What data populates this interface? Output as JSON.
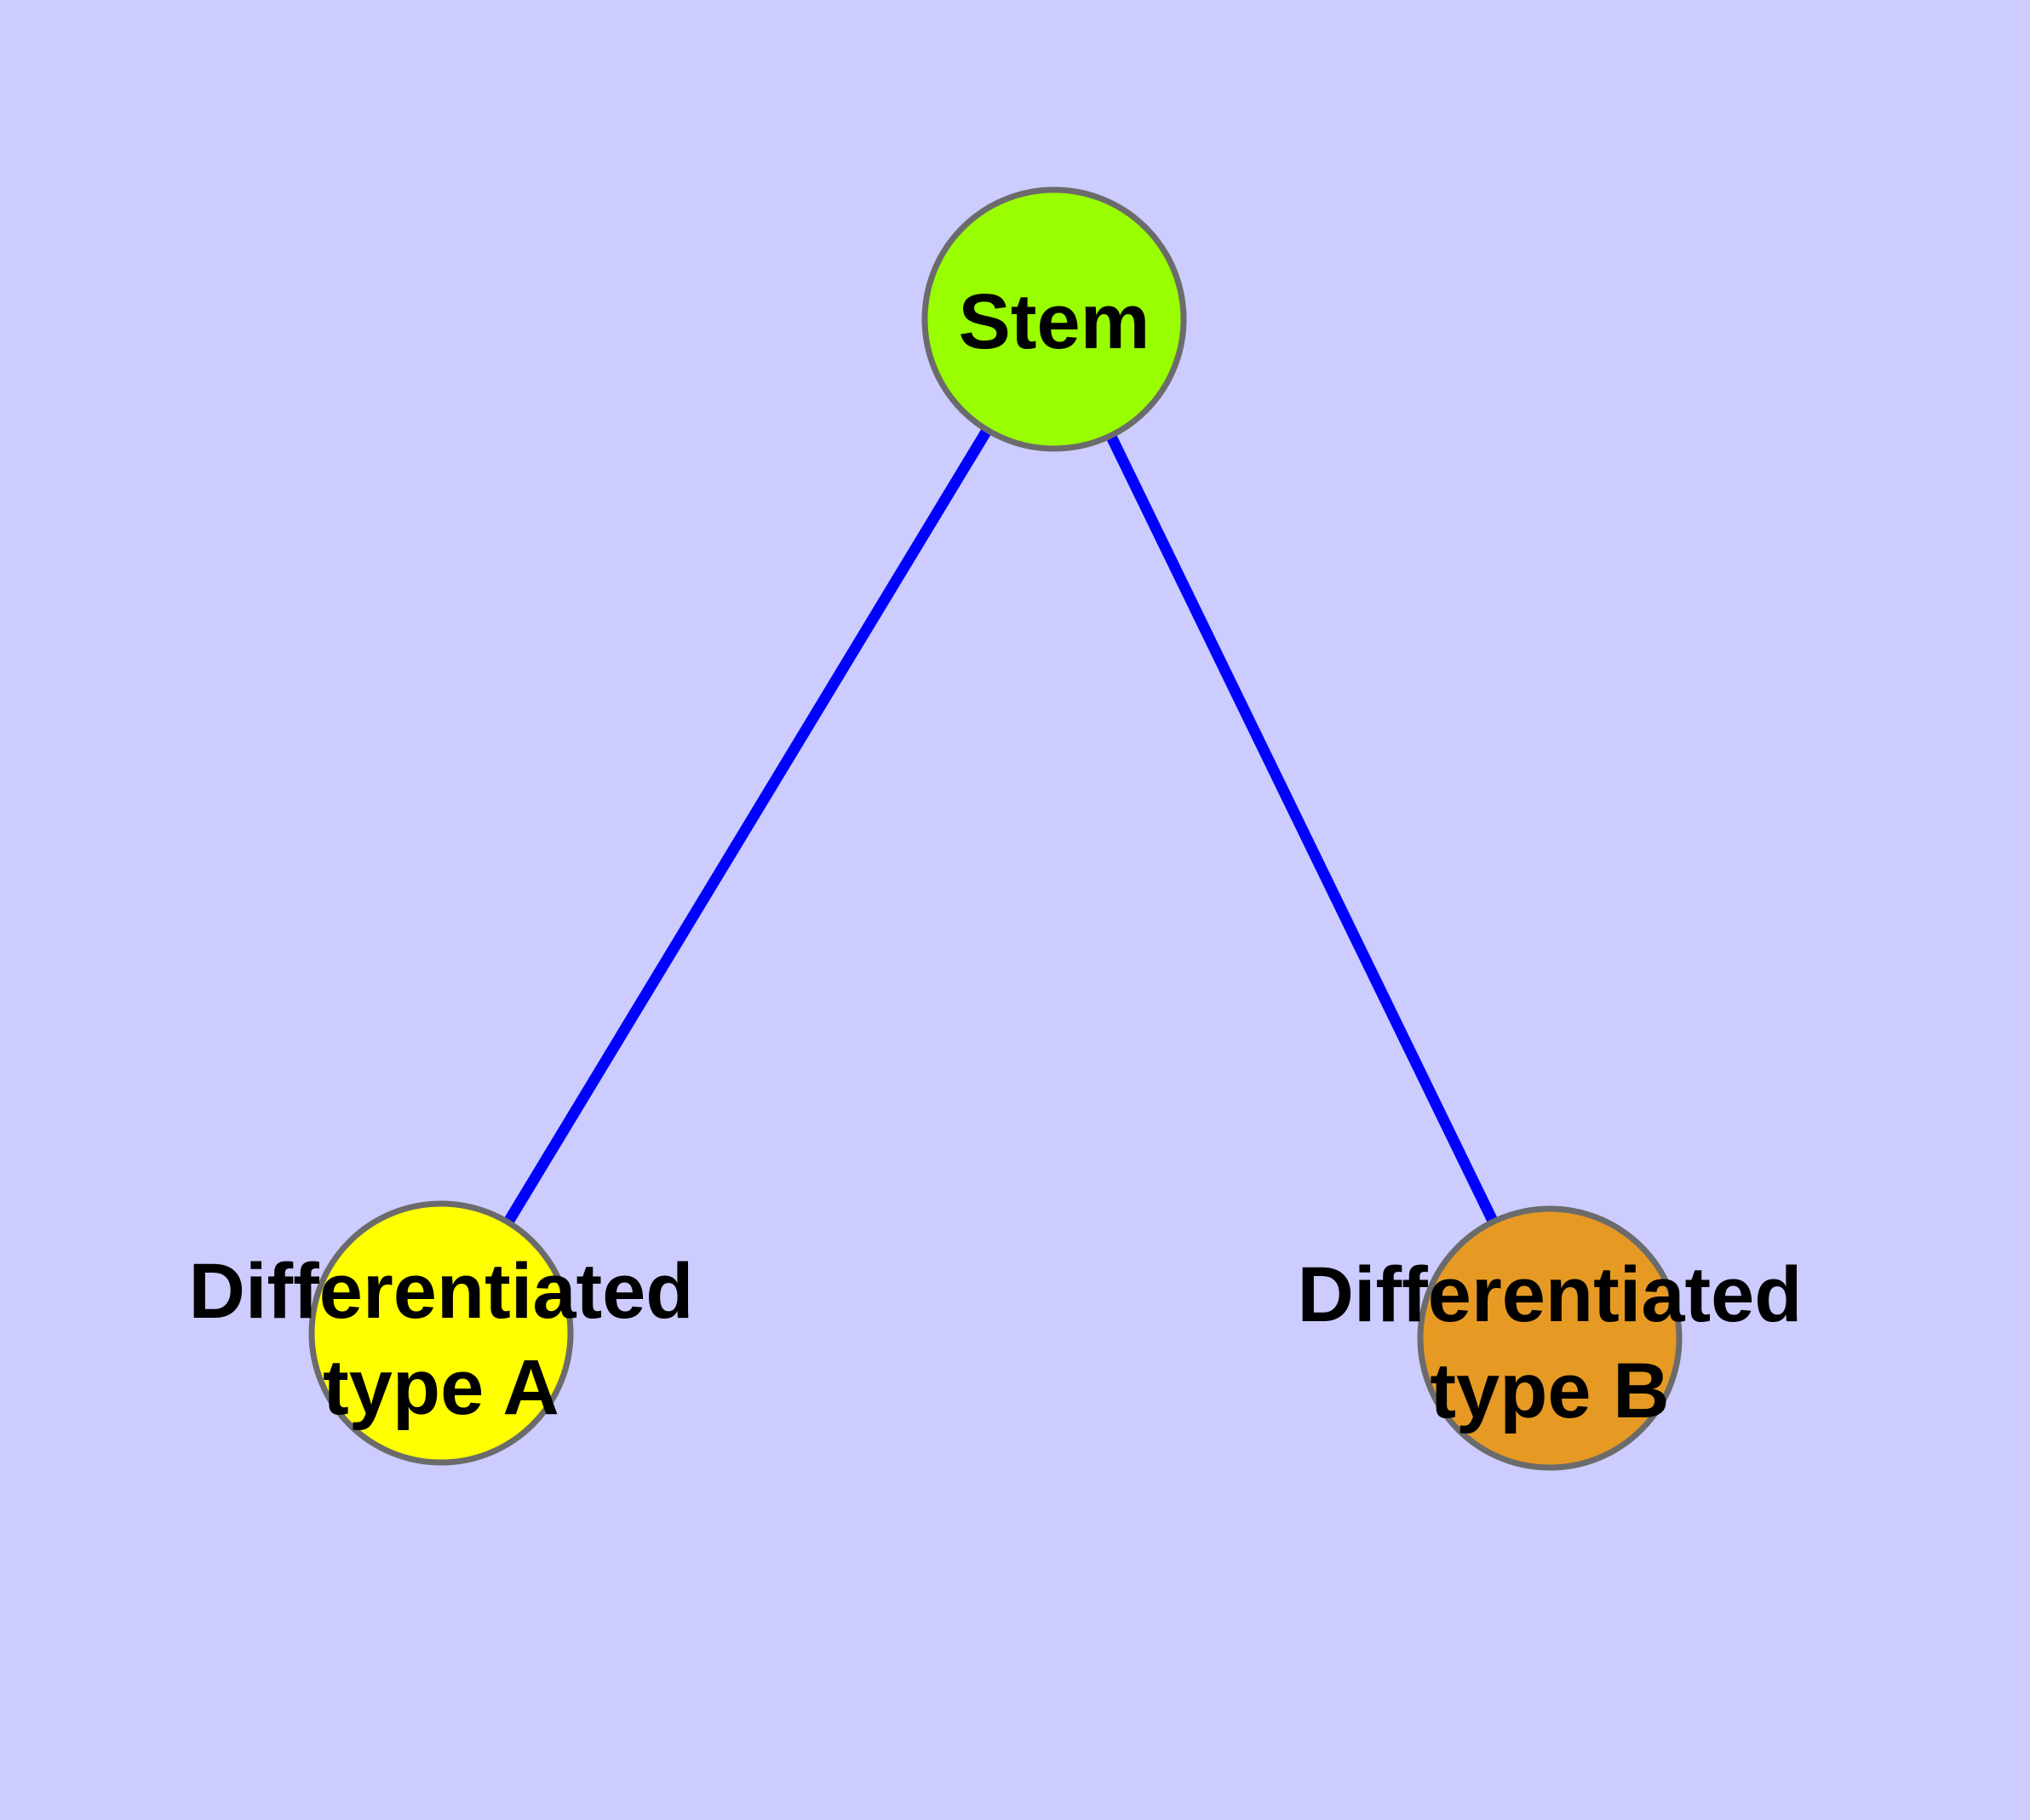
{
  "canvas": {
    "background_color": "#CCCCFF"
  },
  "diagram": {
    "type": "node-link-graph",
    "description": "Cell differentiation hierarchy: a stem node connected to two differentiated cell type nodes",
    "text_color": "#000000",
    "node_border_color": "#6B6B6B",
    "edge_color": "#0000FF",
    "nodes": [
      {
        "id": "stem",
        "label": "Stem",
        "label_lines": [
          "Stem"
        ],
        "fill": "#99FF00"
      },
      {
        "id": "differentiated-type-a",
        "label": "Differentiated type A",
        "label_lines": [
          "Differentiated",
          "type A"
        ],
        "fill": "#FFFF00"
      },
      {
        "id": "differentiated-type-b",
        "label": "Differentiated type B",
        "label_lines": [
          "Differentiated",
          "type B"
        ],
        "fill": "#E69A23"
      }
    ],
    "edges": [
      {
        "from": "stem",
        "to": "differentiated-type-a",
        "color": "#0000FF"
      },
      {
        "from": "stem",
        "to": "differentiated-type-b",
        "color": "#0000FF"
      }
    ]
  }
}
